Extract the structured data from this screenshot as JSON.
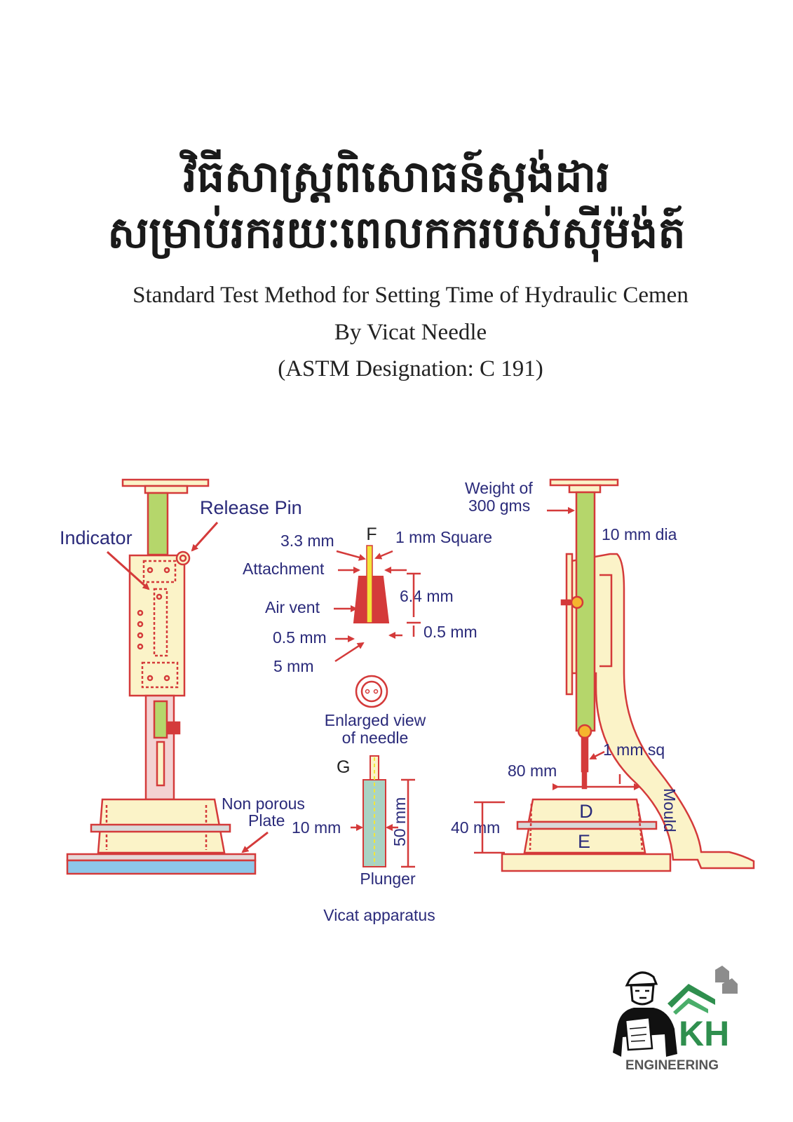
{
  "title_khmer": {
    "line1": "វិធីសាស្ត្រពិសោធន៍ស្តង់ដារ",
    "line2": "សម្រាប់រករយៈពេលកករបស់ស៊ីម៉ង់ត៍"
  },
  "title_english": {
    "line1": "Standard Test Method for Setting Time of Hydraulic Cemen",
    "line2": "By Vicat Needle",
    "line3": "(ASTM Designation: C 191)"
  },
  "diagram": {
    "caption": "Vicat apparatus",
    "labels": {
      "indicator": "Indicator",
      "release_pin": "Release Pin",
      "non_porous": "Non porous",
      "plate": "Plate",
      "weight_line1": "Weight of",
      "weight_line2": "300 gms",
      "dia": "10 mm dia",
      "f": "F",
      "square_1mm": "1 mm Square",
      "mm_3_3": "3.3 mm",
      "attachment": "Attachment",
      "mm_6_4": "6.4 mm",
      "air_vent": "Air vent",
      "mm_0_5_left": "0.5 mm",
      "mm_0_5_right": "0.5 mm",
      "mm_5": "5 mm",
      "enlarged_1": "Enlarged view",
      "enlarged_2": "of needle",
      "g": "G",
      "mm_10": "10 mm",
      "mm_50": "50 mm",
      "plunger": "Plunger",
      "mm_sq_1": "1 mm sq",
      "mm_80": "80 mm",
      "mm_40": "40 mm",
      "d": "D",
      "e": "E",
      "mould": "Mould"
    }
  },
  "logo": {
    "brand": "KH",
    "subtitle": "ENGINEERING"
  },
  "colors": {
    "accent_red": "#d43a3a",
    "frame_fill": "#fbf3c8",
    "rod_green": "#b5d66b",
    "base_blue": "#8dc7ea",
    "label_blue": "#2a2a7a",
    "logo_green": "#2f8f4e"
  }
}
